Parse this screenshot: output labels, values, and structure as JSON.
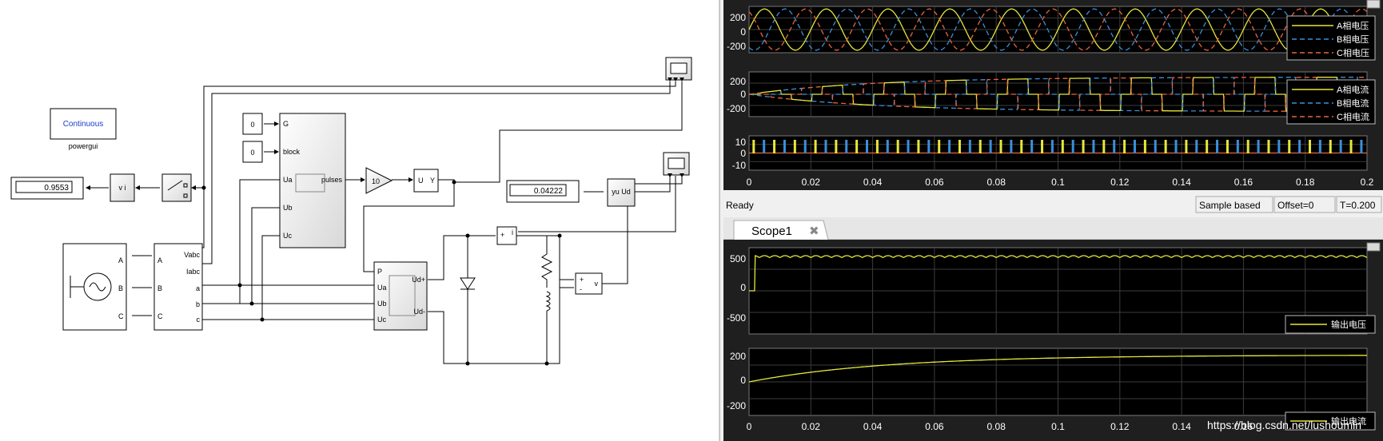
{
  "model": {
    "powergui": {
      "label": "Continuous",
      "caption": "powergui"
    },
    "display1": {
      "value": "0.9553"
    },
    "display2": {
      "value": "0.04222"
    },
    "const_g": "0",
    "const_block": "0",
    "gain": "10",
    "uy": {
      "u": "U",
      "y": "Y"
    },
    "yu_ud": "yu  Ud",
    "v_i": "v   i",
    "pulse_gen": {
      "g": "G",
      "block": "block",
      "ua": "Ua",
      "ub": "Ub",
      "uc": "Uc",
      "out": "pulses"
    },
    "measure": {
      "a_in": "A",
      "b_in": "B",
      "c_in": "C",
      "vabc": "Vabc",
      "iabc": "Iabc",
      "a": "a",
      "b": "b",
      "c": "c"
    },
    "source": {
      "a": "A",
      "b": "B",
      "c": "C"
    },
    "rectifier": {
      "p": "P",
      "ua": "Ua",
      "ub": "Ub",
      "uc": "Uc",
      "udp": "Ud+",
      "udm": "Ud-"
    },
    "vmeas": {
      "plus": "+",
      "minus": "-",
      "v": "v"
    },
    "imeas": {
      "plus": "+",
      "i": "i"
    }
  },
  "scope_top": {
    "status": {
      "ready": "Ready",
      "sample": "Sample based",
      "offset": "Offset=0",
      "time": "T=0.200"
    },
    "axes": {
      "y1": [
        "200",
        "0",
        "-200"
      ],
      "y2": [
        "200",
        "0",
        "-200"
      ],
      "y3": [
        "10",
        "0",
        "-10"
      ],
      "x": [
        "0",
        "0.02",
        "0.04",
        "0.06",
        "0.08",
        "0.1",
        "0.12",
        "0.14",
        "0.16",
        "0.18",
        "0.2"
      ]
    },
    "legend1": [
      "A相电压",
      "B相电压",
      "C相电压"
    ],
    "legend2": [
      "A相电流",
      "B相电流",
      "C相电流"
    ]
  },
  "scope1": {
    "tab": "Scope1",
    "axes": {
      "y1": [
        "500",
        "0",
        "-500"
      ],
      "y2": [
        "200",
        "0",
        "-200"
      ],
      "x": [
        "0",
        "0.02",
        "0.04",
        "0.06",
        "0.08",
        "0.1",
        "0.12",
        "0.14",
        "0.16"
      ]
    },
    "legend1": "输出电压",
    "legend2": "输出电流"
  },
  "watermark": "https://blog.csdn.net/lushoumin",
  "colors": {
    "phase_a": "#e6e639",
    "phase_b": "#3a8fd9",
    "phase_c": "#e8643c",
    "plot_bg": "#000000",
    "grid": "#3c3c3c"
  }
}
